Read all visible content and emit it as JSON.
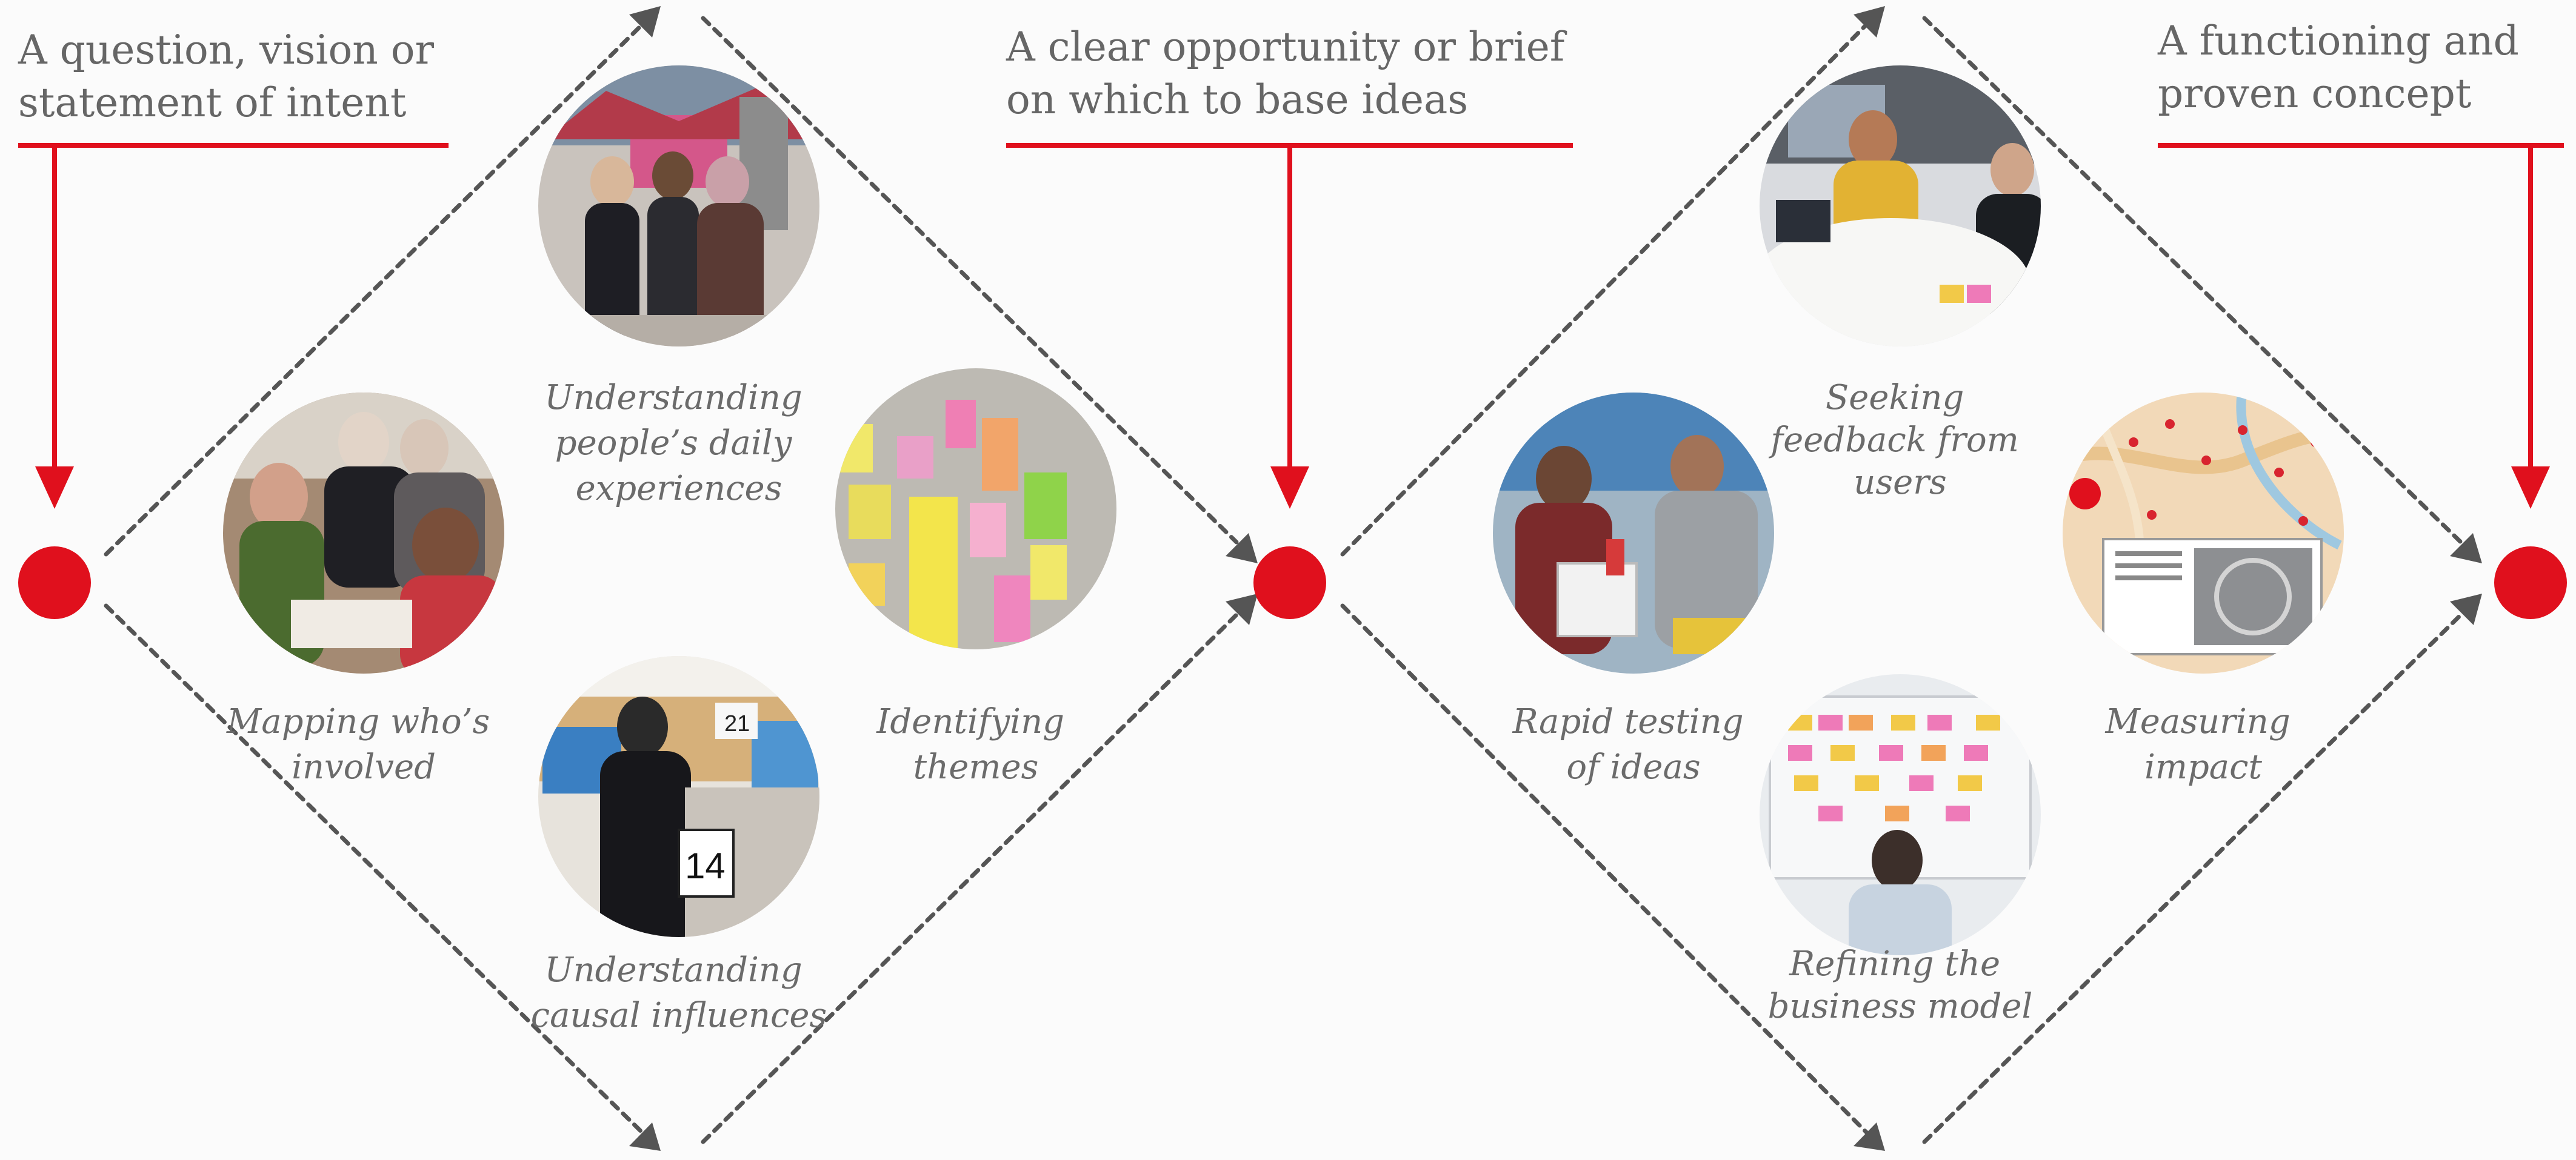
{
  "colors": {
    "accent_red": "#e0101d",
    "connector_grey": "#555555",
    "text_grey": "#666666",
    "background": "#fbfbfb"
  },
  "stages": [
    {
      "lines": [
        "A question, vision or",
        "statement of intent"
      ]
    },
    {
      "lines": [
        "A clear opportunity or brief",
        "on which to base ideas"
      ]
    },
    {
      "lines": [
        "A functioning and",
        "proven concept"
      ]
    }
  ],
  "activities": [
    {
      "photo_icon": "street-conversation-photo-icon",
      "lines": [
        "Understanding",
        "people’s daily",
        "experiences"
      ]
    },
    {
      "photo_icon": "group-meeting-photo-icon",
      "lines": [
        "Mapping who’s",
        "involved"
      ]
    },
    {
      "photo_icon": "sticky-notes-photo-icon",
      "lines": [
        "Identifying",
        "themes"
      ]
    },
    {
      "photo_icon": "office-cubicle-photo-icon",
      "lines": [
        "Understanding",
        "causal influences"
      ]
    },
    {
      "photo_icon": "user-feedback-photo-icon",
      "lines": [
        "Seeking",
        "feedback from",
        "users"
      ]
    },
    {
      "photo_icon": "prototype-testing-photo-icon",
      "lines": [
        "Rapid testing",
        "of ideas"
      ]
    },
    {
      "photo_icon": "impact-map-photo-icon",
      "lines": [
        "Measuring",
        "impact"
      ]
    },
    {
      "photo_icon": "planning-board-photo-icon",
      "lines": [
        "Refining the",
        "business model"
      ]
    }
  ]
}
